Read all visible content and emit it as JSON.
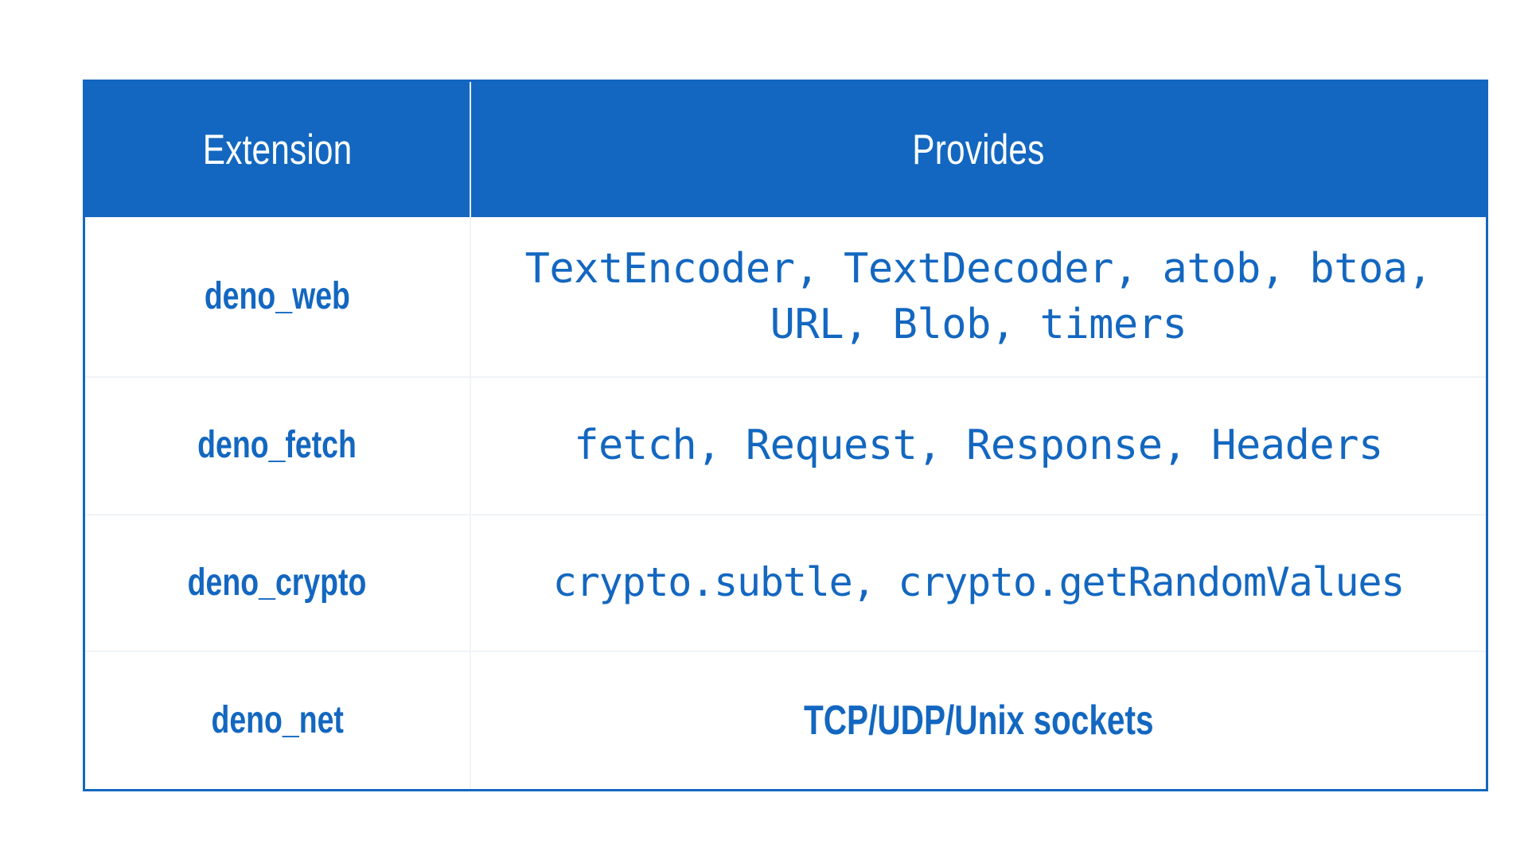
{
  "page": {
    "background_color": "#ffffff",
    "accent_color": "#1367c0",
    "header_text_color": "#ffffff",
    "body_text_color": "#1367c0",
    "divider_color": "#f0f3f7"
  },
  "table": {
    "columns": [
      {
        "key": "extension",
        "label": "Extension"
      },
      {
        "key": "provides",
        "label": "Provides"
      }
    ],
    "rows": [
      {
        "extension": "deno_web",
        "provides": "TextEncoder, TextDecoder, atob, btoa, URL, Blob, timers",
        "provides_style": "mono"
      },
      {
        "extension": "deno_fetch",
        "provides": "fetch, Request, Response, Headers",
        "provides_style": "mono"
      },
      {
        "extension": "deno_crypto",
        "provides": "crypto.subtle, crypto.getRandomValues",
        "provides_style": "mono"
      },
      {
        "extension": "deno_net",
        "provides": "TCP/UDP/Unix sockets",
        "provides_style": "sans"
      }
    ]
  }
}
